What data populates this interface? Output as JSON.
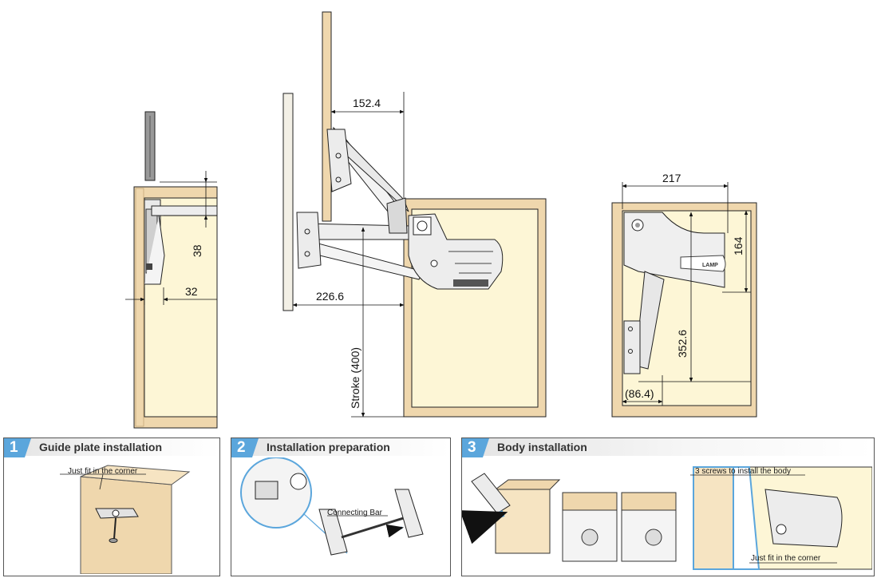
{
  "dimensions": {
    "left_view": {
      "height": "38",
      "width": "32"
    },
    "middle_view": {
      "top": "152.4",
      "bottom": "226.6",
      "stroke": "Stroke (400)"
    },
    "right_view": {
      "top": "217",
      "height_top": "164",
      "height_mid": "352.6",
      "offset": "(86.4)"
    }
  },
  "brand": "LAMP",
  "steps": [
    {
      "number": "1",
      "title": "Guide plate installation",
      "notes": [
        "Just fit in the corner"
      ]
    },
    {
      "number": "2",
      "title": "Installation preparation",
      "notes": [
        "Connecting Bar"
      ]
    },
    {
      "number": "3",
      "title": "Body installation",
      "notes": [
        "3 screws to install the body",
        "Just fit in the corner"
      ]
    }
  ],
  "colors": {
    "wood": "#efd7ad",
    "interior": "#fdf6d6",
    "accent": "#5ba6dc",
    "line": "#222222"
  }
}
